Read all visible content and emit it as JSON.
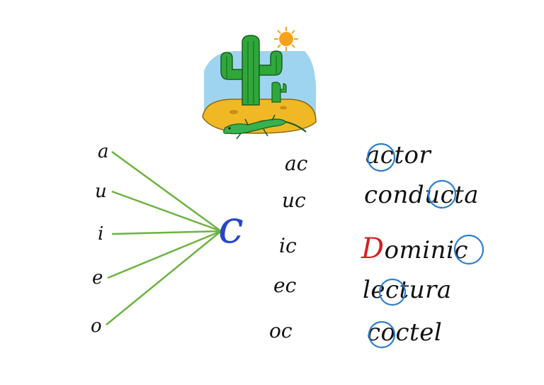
{
  "vowels": [
    "a",
    "u",
    "i",
    "e",
    "o"
  ],
  "center_letter": "c",
  "syllables": [
    "ac",
    "uc",
    "ic",
    "ec",
    "oc"
  ],
  "words": [
    {
      "prefix": "",
      "text": "actor"
    },
    {
      "prefix": "",
      "text": "conducta"
    },
    {
      "prefix": "D",
      "text": "ominic"
    },
    {
      "prefix": "",
      "text": "lectura"
    },
    {
      "prefix": "",
      "text": "coctel"
    }
  ],
  "colors": {
    "ink": "#111111",
    "connector_lines": "#6db33f",
    "center_letter": "#2747c9",
    "circle_marks": "#2d7fd0",
    "capital_initial": "#d42020"
  },
  "illustration": {
    "icon": "desert-cactus-lizard-illustration"
  }
}
